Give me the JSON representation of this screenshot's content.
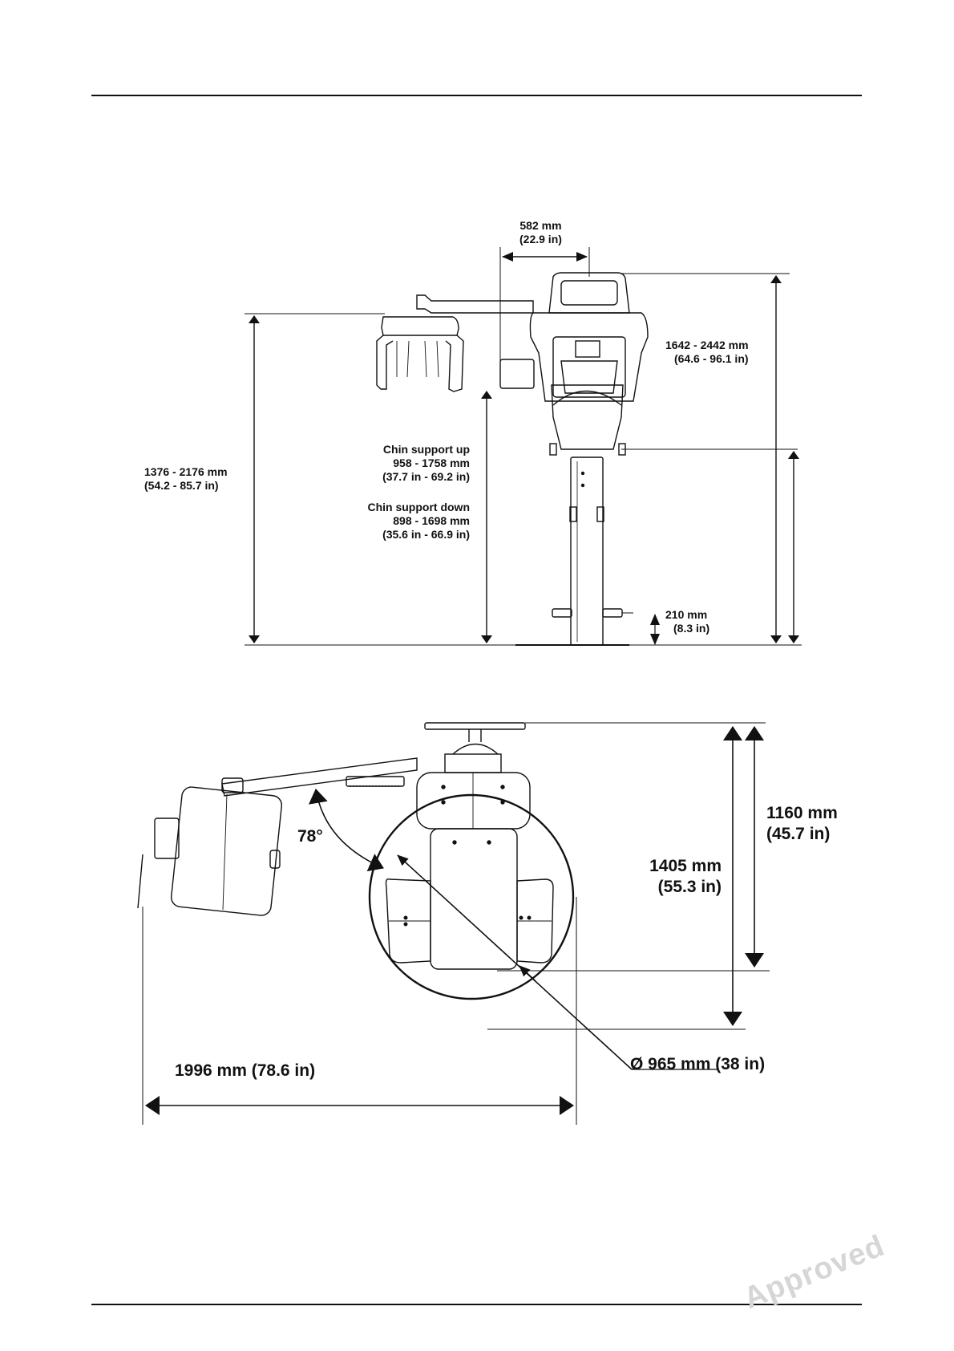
{
  "side_view": {
    "arm_width": [
      "582 mm",
      "(22.9 in)"
    ],
    "total_height": [
      "1642 - 2442 mm",
      "(64.6 - 96.1 in)"
    ],
    "ear_rod_height": [
      "1376 - 2176 mm",
      "(54.2 - 85.7 in)"
    ],
    "chin_up_title": "Chin support up",
    "chin_up_values": [
      "958 - 1758 mm",
      "(37.7 in - 69.2 in)"
    ],
    "chin_down_title": "Chin support down",
    "chin_down_values": [
      "898 - 1698 mm",
      "(35.6 in - 66.9 in)"
    ],
    "foot_height": [
      "210 mm",
      "(8.3 in)"
    ]
  },
  "top_view": {
    "angle": "78°",
    "depth_outer": [
      "1405 mm",
      "(55.3 in)"
    ],
    "depth_inner": [
      "1160 mm",
      "(45.7 in)"
    ],
    "total_width": "1996 mm (78.6 in)",
    "rotation_diameter": "Ø 965 mm (38 in)"
  },
  "watermark": "Approved"
}
